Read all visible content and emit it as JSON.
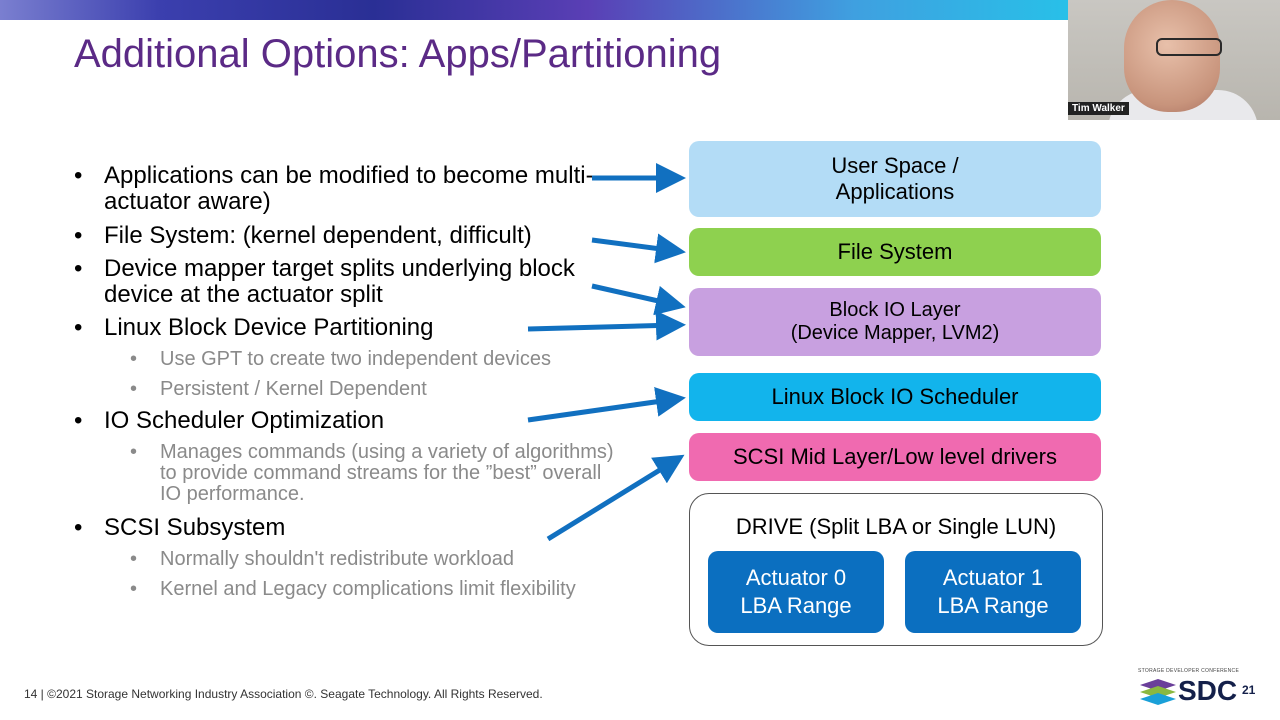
{
  "slide": {
    "title": "Additional Options: Apps/Partitioning",
    "footer": "14 | ©2021 Storage Networking Industry Association ©. Seagate Technology. All Rights Reserved.",
    "bullet_char": "•",
    "bullets": [
      "Applications can be modified to become multi-actuator aware)",
      "File System: (kernel dependent, difficult)",
      "Device mapper target splits underlying block device at the actuator split",
      "Linux Block Device Partitioning",
      "IO Scheduler Optimization",
      "SCSI Subsystem"
    ],
    "sub_bullets": [
      "Use GPT to create two independent devices",
      "Persistent / Kernel Dependent",
      "Manages commands (using a variety of algorithms) to provide command streams for the ”best” overall IO performance.",
      "Normally shouldn't redistribute workload",
      "Kernel and Legacy complications limit flexibility"
    ]
  },
  "stack": {
    "user_space_line1": "User Space /",
    "user_space_line2": "Applications",
    "file_system": "File System",
    "block_io_line1": "Block IO Layer",
    "block_io_line2": "(Device Mapper, LVM2)",
    "scheduler": "Linux Block IO Scheduler",
    "scsi": "SCSI Mid Layer/Low level drivers",
    "drive": "DRIVE (Split LBA or Single LUN)",
    "actuator0_line1": "Actuator 0",
    "actuator0_line2": "LBA Range",
    "actuator1_line1": "Actuator 1",
    "actuator1_line2": "LBA Range"
  },
  "webcam": {
    "name": "Tim Walker"
  },
  "branding": {
    "conference": "STORAGE DEVELOPER CONFERENCE",
    "logo_text": "SDC",
    "logo_year": "21"
  },
  "colors": {
    "title": "#5b2a86",
    "arrow": "#1170c0",
    "user_space": "#b3dcf6",
    "file_system": "#8ed14f",
    "block_io": "#c8a0e0",
    "scheduler": "#12b4ec",
    "scsi": "#f06ab0",
    "actuator": "#0b6fc0"
  }
}
